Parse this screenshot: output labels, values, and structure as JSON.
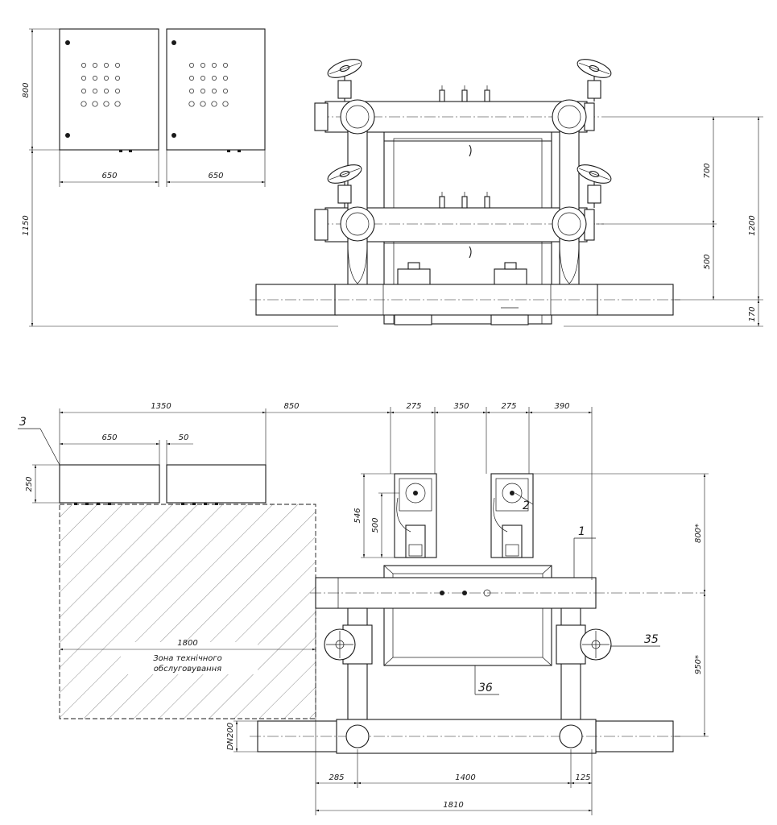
{
  "top_view": {
    "panel_height": "800",
    "panel_width_left": "650",
    "panel_width_right": "650",
    "overall_height": "1150",
    "height_700": "700",
    "height_500": "500",
    "height_1200": "1200",
    "height_170": "170"
  },
  "plan_view": {
    "dim_1350": "1350",
    "dim_850": "850",
    "dim_650": "650",
    "dim_50": "50",
    "dim_250": "250",
    "dim_275_a": "275",
    "dim_350": "350",
    "dim_275_b": "275",
    "dim_390": "390",
    "dim_546": "546",
    "dim_500": "500",
    "dim_800s": "800*",
    "dim_950s": "950*",
    "dim_dn200": "DN200",
    "dim_285": "285",
    "dim_1400": "1400",
    "dim_125": "125",
    "dim_1810": "1810",
    "zone_width": "1800",
    "zone_line1": "Зона технічного",
    "zone_line2": "обслуговування"
  },
  "callouts": {
    "c3": "3",
    "c1": "1",
    "c2": "2",
    "c35": "35",
    "c36": "36"
  },
  "colors": {
    "line": "#1a1a1a",
    "background": "#ffffff"
  }
}
